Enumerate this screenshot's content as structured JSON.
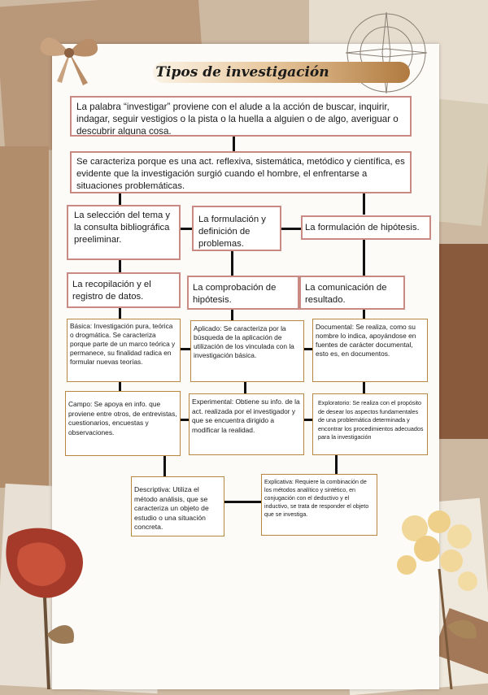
{
  "title": "Tipos de investigación",
  "nodes": {
    "origen": "La palabra “investigar” proviene con el alude a la acción de buscar, inquirir, indagar, seguir vestigios o la pista o la huella a alguien o de algo, averiguar o descubrir alguna cosa.",
    "caracter": "Se caracteriza porque es una act. reflexiva, sistemática, metódico y científica, es evidente que la investigación surgió cuando el hombre, el enfrentarse a situaciones problemáticas.",
    "seleccion": "La selección del tema y la consulta bibliográfica preeliminar.",
    "formulacion_problemas": "La formulación y definición de problemas.",
    "formulacion_hipotesis": "La formulación de hipótesis.",
    "recopilacion": "La recopilación y el registro de datos.",
    "comprobacion": "La comprobación de hipótesis.",
    "comunicacion": "La comunicación de resultado.",
    "basica": "Básica: Investigación pura, teórica o drogmática. Se caracteriza porque parte de un marco teórica y permanece, su finalidad radica en formular nuevas teorías.",
    "aplicado": "Aplicado: Se caracteriza por la búsqueda de la aplicación de utilización de los vinculada con la investigación básica.",
    "documental": "Documental: Se realiza, como su nombre lo indica, apoyándose en fuentes de carácter documental, esto es, en documentos.",
    "campo": "Campo: Se apoya en info. que proviene entre otros, de entrevistas, cuestionarios, encuestas y observaciones.",
    "experimental": "Experimental: Obtiene su info. de la act. realizada por el investigador y que se encuentra dirigido a modificar la realidad.",
    "exploratorio": "Exploratorio: Se realiza con el propósito de desear los aspectos fundamentales de una problemática determinada y encontrar los procedimientos adecuados para la investigación",
    "descriptiva": "Descriptiva: Utiliza el método análisis, que se caracteriza un objeto de estudio o una situación concreta.",
    "explicativa": "Explicativa: Requiere la combinación de los métodos analítico y sintético, en conjugación con el deductivo y el inductivo, se trata de responder el objeto que se investiga."
  },
  "colors": {
    "rose_border": "#c88a83",
    "gold_border": "#b8873f",
    "connector": "#111111",
    "title_gradient_end": "#b07a3f"
  }
}
